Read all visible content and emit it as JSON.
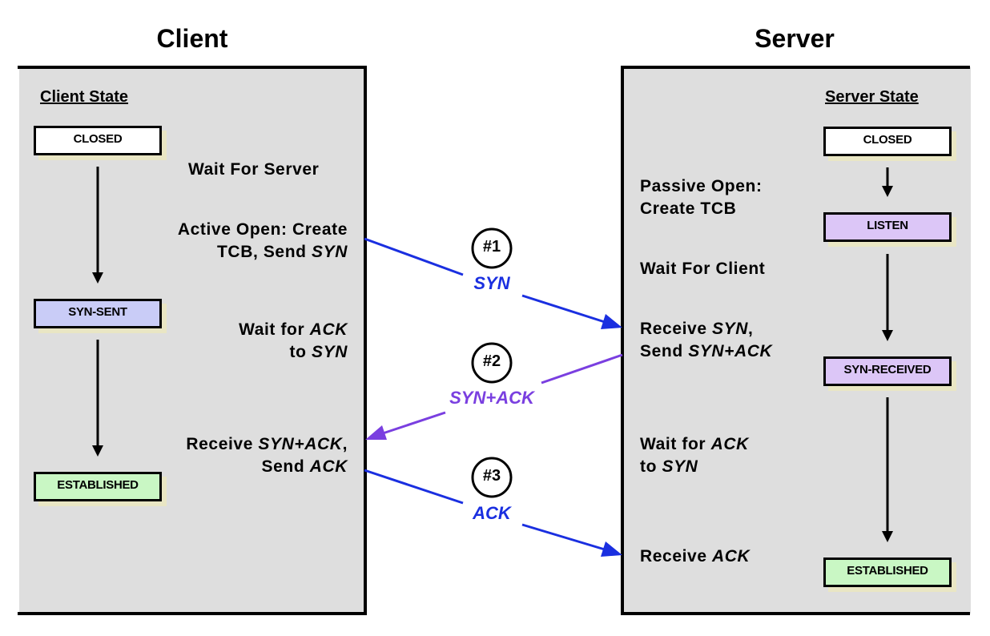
{
  "client": {
    "title": "Client",
    "heading": "Client State",
    "states": {
      "closed": "CLOSED",
      "syn_sent": "SYN-SENT",
      "established": "ESTABLISHED"
    },
    "labels": {
      "wait_server": "Wait For Server",
      "active_open_l1": "Active Open: Create",
      "active_open_l2a": "TCB, Send ",
      "active_open_l2b": "SYN",
      "wait_ack_l1a": "Wait for ",
      "wait_ack_l1b": "ACK",
      "wait_ack_l2a": "to ",
      "wait_ack_l2b": "SYN",
      "recv_l1a": "Receive ",
      "recv_l1b": "SYN+ACK",
      "recv_l1c": ",",
      "recv_l2a": "Send ",
      "recv_l2b": "ACK"
    }
  },
  "server": {
    "title": "Server",
    "heading": "Server State",
    "states": {
      "closed": "CLOSED",
      "listen": "LISTEN",
      "syn_received": "SYN-RECEIVED",
      "established": "ESTABLISHED"
    },
    "labels": {
      "passive_l1": "Passive Open:",
      "passive_l2": "Create TCB",
      "wait_client": "Wait For Client",
      "recv_syn_l1a": "Receive ",
      "recv_syn_l1b": "SYN",
      "recv_syn_l1c": ",",
      "recv_syn_l2a": "Send ",
      "recv_syn_l2b": "SYN+ACK",
      "wait_ack_l1a": "Wait for ",
      "wait_ack_l1b": "ACK",
      "wait_ack_l2a": "to ",
      "wait_ack_l2b": "SYN",
      "recv_ack_a": "Receive ",
      "recv_ack_b": "ACK"
    }
  },
  "messages": [
    {
      "number": "#1",
      "name": "SYN",
      "color": "#1a2fe0"
    },
    {
      "number": "#2",
      "name": "SYN+ACK",
      "color": "#7a3fe0"
    },
    {
      "number": "#3",
      "name": "ACK",
      "color": "#1a2fe0"
    }
  ],
  "colors": {
    "panel": "#dedede",
    "state_closed": "#ffffff",
    "state_syn_sent": "#c9ccf7",
    "state_listen": "#dcc6f7",
    "state_syn_received": "#dcc6f7",
    "state_established": "#c9f7c4",
    "shadow": "#e9e6c4"
  }
}
